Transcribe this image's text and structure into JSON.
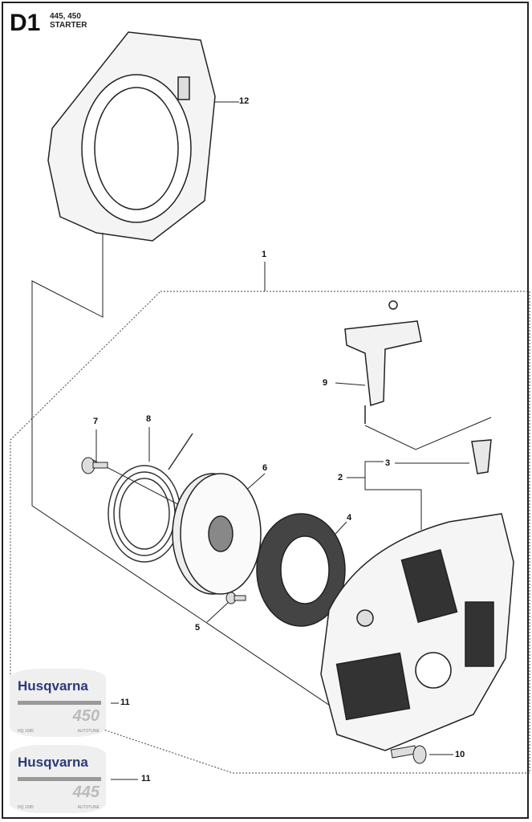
{
  "header": {
    "code": "D1",
    "models": "445, 450",
    "name": "STARTER"
  },
  "callouts": {
    "c1": "1",
    "c2": "2",
    "c3": "3",
    "c4": "4",
    "c5": "5",
    "c6": "6",
    "c7": "7",
    "c8": "8",
    "c9": "9",
    "c10": "10",
    "c11a": "11",
    "c11b": "11",
    "c12": "12"
  },
  "stickers": [
    {
      "brand": "Husqvarna",
      "model": "450",
      "code_left": "HQ 1085",
      "code_right": "AUTOTUNE"
    },
    {
      "brand": "Husqvarna",
      "model": "445",
      "code_left": "HQ 1085",
      "code_right": "AUTOTUNE"
    }
  ]
}
